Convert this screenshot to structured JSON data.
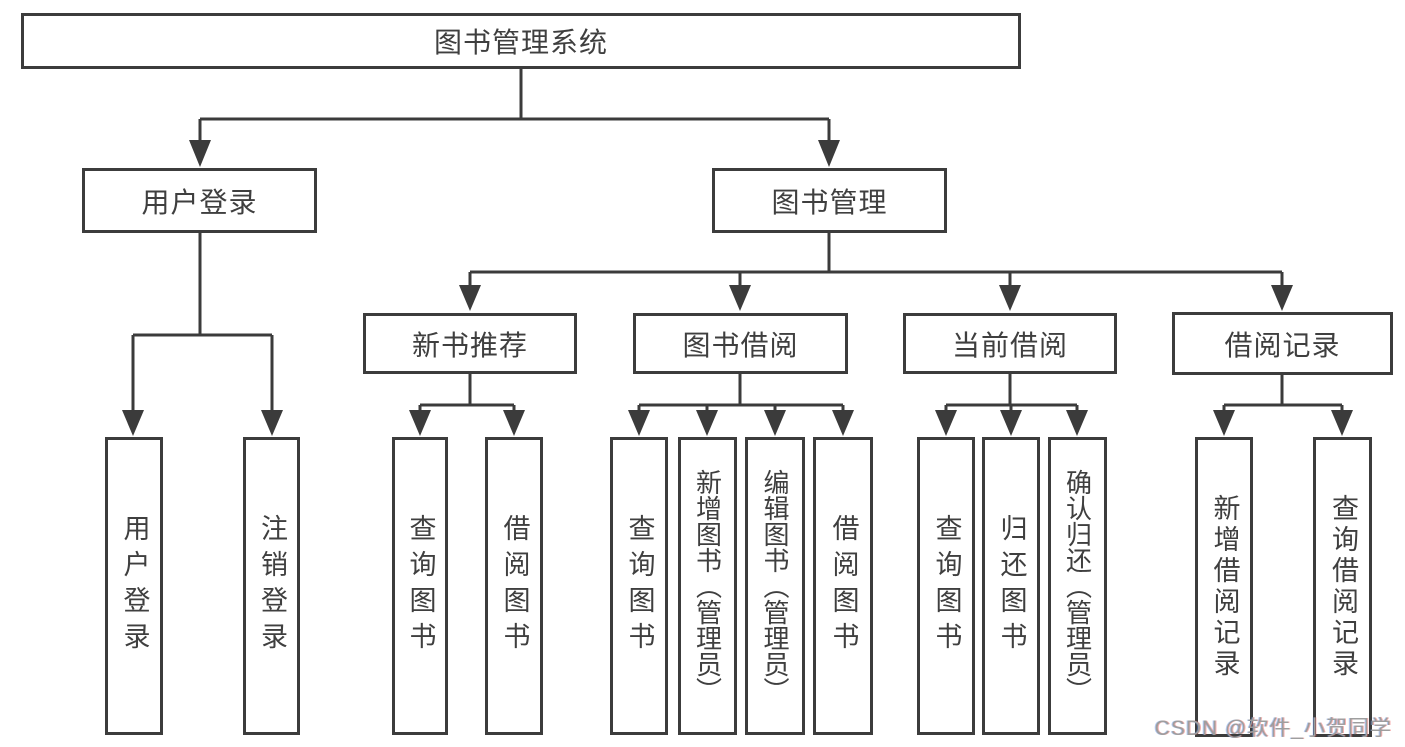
{
  "root": {
    "label": "图书管理系统"
  },
  "branches": [
    {
      "label": "用户登录"
    },
    {
      "label": "图书管理"
    }
  ],
  "sections": [
    {
      "label": "新书推荐"
    },
    {
      "label": "图书借阅"
    },
    {
      "label": "当前借阅"
    },
    {
      "label": "借阅记录"
    }
  ],
  "leaves": [
    {
      "label": "用户登录"
    },
    {
      "label": "注销登录"
    },
    {
      "label": "查询图书"
    },
    {
      "label": "借阅图书"
    },
    {
      "label": "查询图书"
    },
    {
      "label": "新增图书（管理员）"
    },
    {
      "label": "编辑图书（管理员）"
    },
    {
      "label": "借阅图书"
    },
    {
      "label": "查询图书"
    },
    {
      "label": "归还图书"
    },
    {
      "label": "确认归还（管理员）"
    },
    {
      "label": "新增借阅记录"
    },
    {
      "label": "查询借阅记录"
    }
  ],
  "watermark": {
    "text": "CSDN @软件_小贺同学"
  },
  "colors": {
    "line": "#3b3b3b",
    "text": "#3f3f3f",
    "background": "#ffffff"
  }
}
